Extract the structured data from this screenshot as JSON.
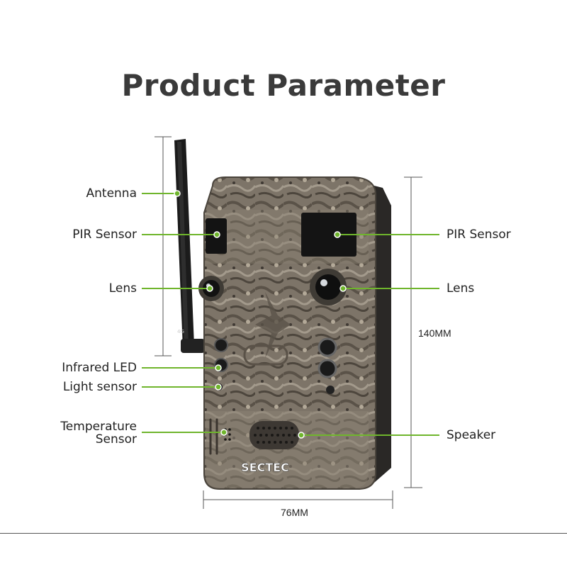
{
  "title": "Product Parameter",
  "accent_color": "#6fb52c",
  "brand": "SECTEC",
  "callouts": {
    "antenna": "Antenna",
    "pir_left": "PIR Sensor",
    "lens_left": "Lens",
    "infrared_led": "Infrared LED",
    "light_sensor": "Light sensor",
    "temperature_sensor_line1": "Temperature",
    "temperature_sensor_line2": "Sensor",
    "pir_right": "PIR Sensor",
    "lens_right": "Lens",
    "speaker": "Speaker"
  },
  "dimensions": {
    "height": "140MM",
    "width": "76MM"
  }
}
